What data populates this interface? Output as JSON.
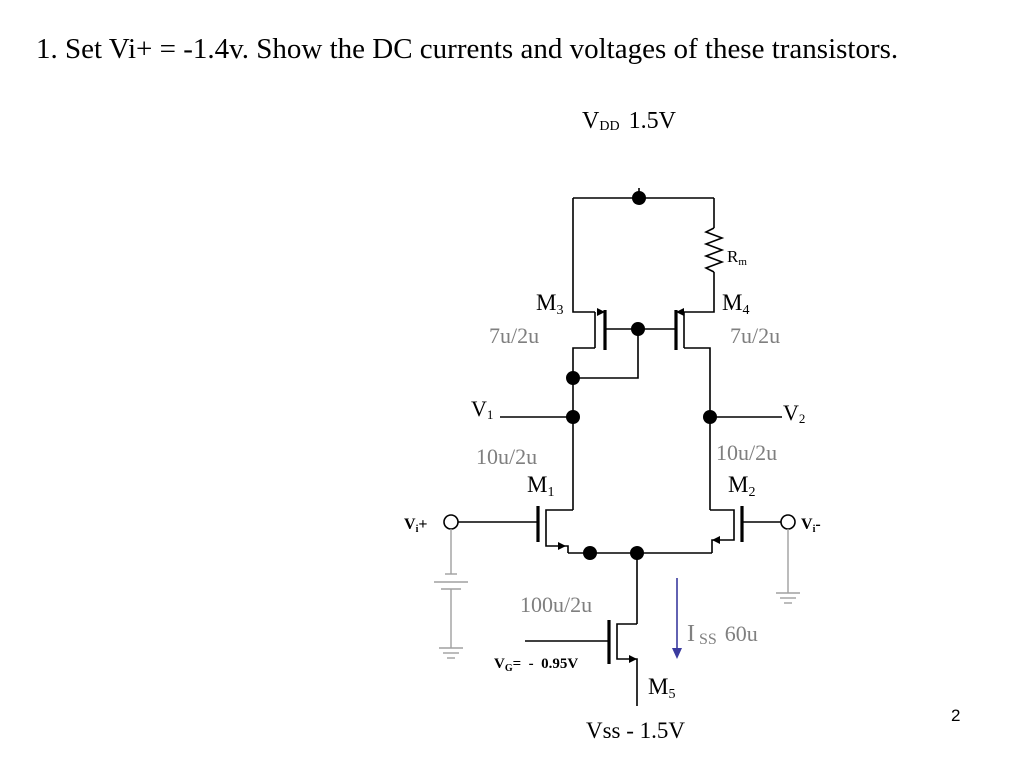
{
  "slide": {
    "title": "1. Set Vi+ = -1.4v.  Show the DC currents and voltages of these transistors.",
    "page_number": "2"
  },
  "circuit": {
    "vdd": {
      "symbol": "V",
      "subscript": "DD",
      "value": "1.5V"
    },
    "vss": {
      "label": "Vss - 1.5V"
    },
    "resistor": {
      "symbol": "R",
      "subscript": "m"
    },
    "transistors": {
      "m1": {
        "symbol": "M",
        "subscript": "1",
        "size": "10u/2u"
      },
      "m2": {
        "symbol": "M",
        "subscript": "2",
        "size": "10u/2u"
      },
      "m3": {
        "symbol": "M",
        "subscript": "3",
        "size": "7u/2u"
      },
      "m4": {
        "symbol": "M",
        "subscript": "4",
        "size": "7u/2u"
      },
      "m5": {
        "symbol": "M",
        "subscript": "5",
        "size": "100u/2u"
      }
    },
    "nodes": {
      "v1": {
        "symbol": "V",
        "subscript": "1"
      },
      "v2": {
        "symbol": "V",
        "subscript": "2"
      }
    },
    "inputs": {
      "vi_plus": {
        "symbol": "V",
        "subscript": "i",
        "suffix": "+"
      },
      "vi_minus": {
        "symbol": "V",
        "subscript": "i",
        "suffix": "-"
      }
    },
    "bias": {
      "symbol": "V",
      "subscript": "G",
      "value": "=  -  0.95V"
    },
    "current": {
      "symbol": "I",
      "subscript": "SS",
      "value": "60u"
    },
    "colors": {
      "wire": "#000000",
      "size_label": "#7f7f7f",
      "ground": "#a0a0a0",
      "current_arrow": "#3b3b9f",
      "current_label": "#808080"
    }
  }
}
